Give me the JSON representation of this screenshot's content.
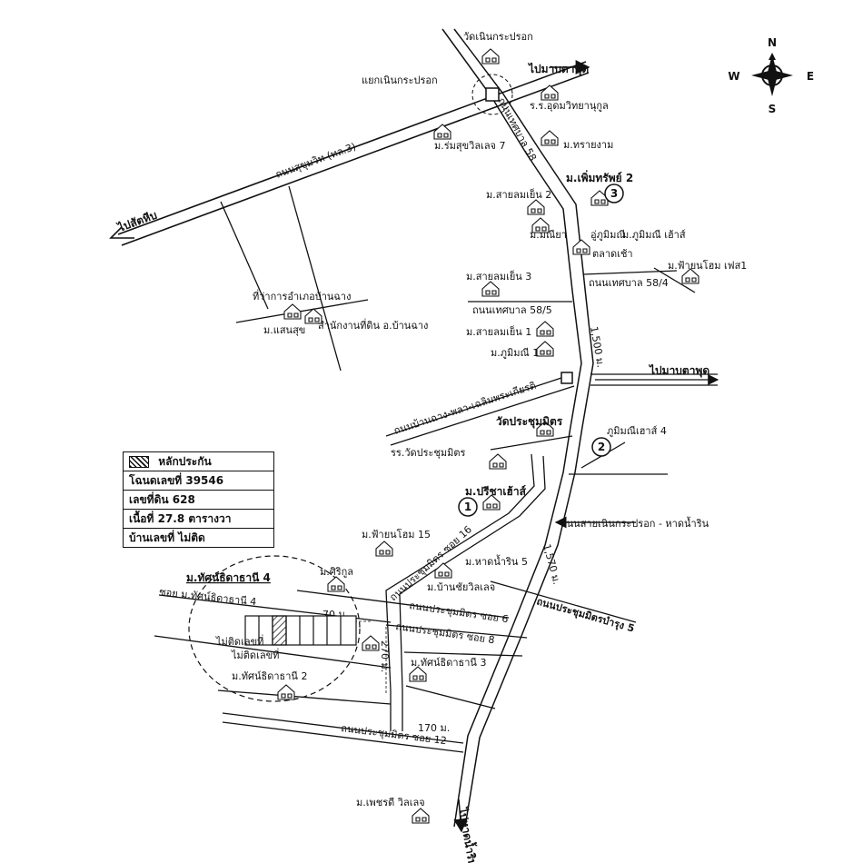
{
  "compass": {
    "n": "N",
    "e": "E",
    "s": "S",
    "w": "W"
  },
  "legend": {
    "title": "หลักประกัน",
    "deed": "โฉนดเลขที่ 39546",
    "land_no": "เลขที่ดิน 628",
    "area": "เนื้อที่ 27.8 ตารางวา",
    "house_no": "บ้านเลขที่ ไม่ติด"
  },
  "destinations": {
    "lat_krabang_top": "ไปมาบตาพุด",
    "lat_krabang_mid": "ไปมาบตาพุด",
    "sattahip": "ไปสัตหีบ",
    "haad_nam_rin": "ไปหาดน้ำริน"
  },
  "roads": {
    "sukhumvit": "ถนนสุขุมวิท (ทล.3)",
    "thetsaban_top": "ถนนเทศบาล 58",
    "ban_chang_phla": "ถนนบ้านฉาง-พลา-เฉลิมพระเกียรติ",
    "thetsaban_585": "ถนนเทศบาล 58/5",
    "thetsaban_58_4": "ถนนเทศบาล 58/4",
    "noen_kraprok_haad": "ถนนสายเนินกระปรอก - หาดน้ำริน",
    "prachummit_16": "ถนนประชุมมิตร ซอย 16",
    "prachummit_6": "ถนนประชุมมิตร ซอย 6",
    "prachummit_8": "ถนนประชุมมิตร ซอย 8",
    "prachummit_12": "ถนนประชุมมิตร ซอย 12",
    "prachummit_bamrung": "ถนนประชุมมิตรบำรุง 5",
    "soi_tassanee": "ซอย ม.ทัศน์ธิดาธานี 4"
  },
  "places": {
    "wat_noen": "วัดเนินกระปรอก",
    "yaek": "แยกเนินกระปรอก",
    "school_udom": "ร.ร.อุดมวิทยานุกูล",
    "rom_suk": "ม.ร่มสุขวิลเลจ 7",
    "sai_ngam": "ม.ทรายงาม",
    "phum_sub": "ม.เพิ่มทรัพย์ 2",
    "sai_lom_2": "ม.สายลมเย็น 2",
    "manee": "ม.มณียา",
    "phum_manee": "อู่ภูมิมณี",
    "talad": "ตลาดเช้า",
    "kummanee_house": "ม.ภูมิมณี เฮ้าส์",
    "fai_home_phase": "ม.ฟ้ายนโฮม เฟส1",
    "sai_lom_3": "ม.สายลมเย็น 3",
    "amphoe": "ที่ว่าการอำเภอบ้านฉาง",
    "saen_suk": "ม.แสนสุข",
    "land_office": "สำนักงานที่ดิน อ.บ้านฉาง",
    "sai_lom_1": "ม.สายลมเย็น 1",
    "phummanee_1": "ม.ภูมิมณี 1",
    "wat_prachum": "วัดประชุมมิตร",
    "phummanee_house_4": "ภูมิมณีเฮาส์ 4",
    "school_wat": "รร.วัดประชุมมิตร",
    "preecha": "ม.ปรีชาเฮ้าส์",
    "fai_home_15": "ม.ฟ้ายนโฮม 15",
    "haad_nam_rin_5": "ม.หาดน้ำริน 5",
    "ban_chai": "ม.บ้านชัยวิลเลจ",
    "siriku": "ม.ศิริกูล",
    "tassanee_4": "ม.ทัศน์ธิดาธานี 4",
    "tassanee_3": "ม.ทัศน์ธิดาธานี 3",
    "tassanee_2": "ม.ทัศน์ธิดาธานี 2",
    "petch": "ม.เพชรดี วิลเลจ",
    "no_house_no": "ไม่ติดเลขที่",
    "no_house_no_2": "ไม่ติดเลขที่"
  },
  "distances": {
    "d1500": "1,500 ม.",
    "d1570": "1,570 ม.",
    "d70": "70 ม.",
    "d270": "270 ม.",
    "d170": "170 ม."
  },
  "markers": {
    "m1": "1",
    "m2": "2",
    "m3": "3"
  }
}
